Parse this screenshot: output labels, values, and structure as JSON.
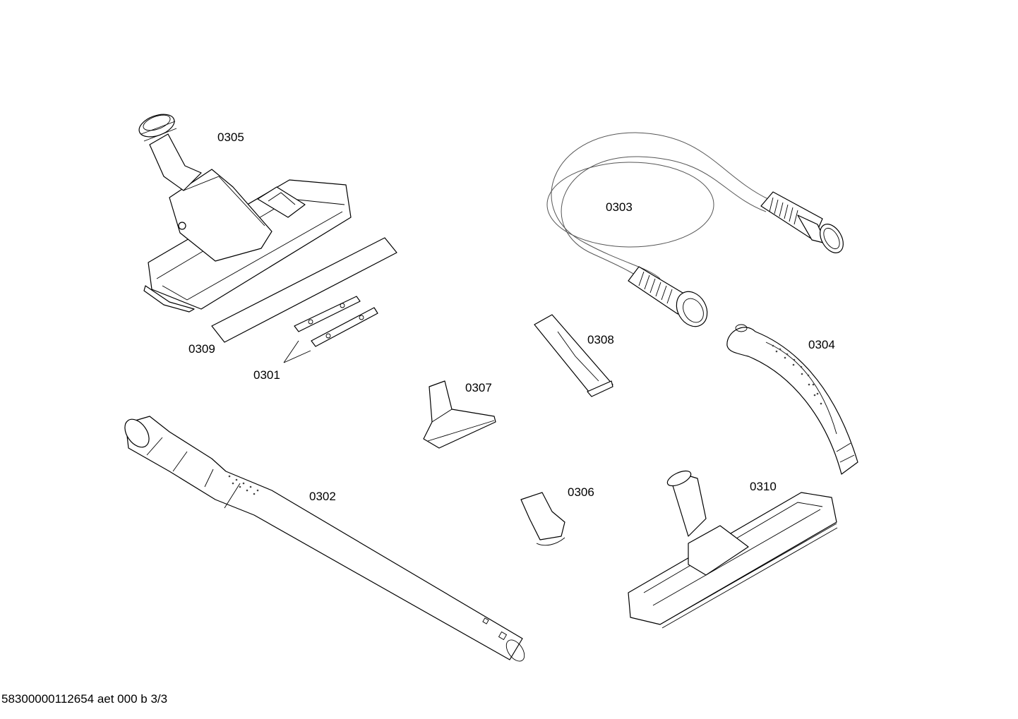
{
  "labels": {
    "p0305": "0305",
    "p0303": "0303",
    "p0309": "0309",
    "p0301": "0301",
    "p0308": "0308",
    "p0304": "0304",
    "p0307": "0307",
    "p0302": "0302",
    "p0306": "0306",
    "p0310": "0310"
  },
  "footer": "58300000112654 aet 000 b 3/3"
}
